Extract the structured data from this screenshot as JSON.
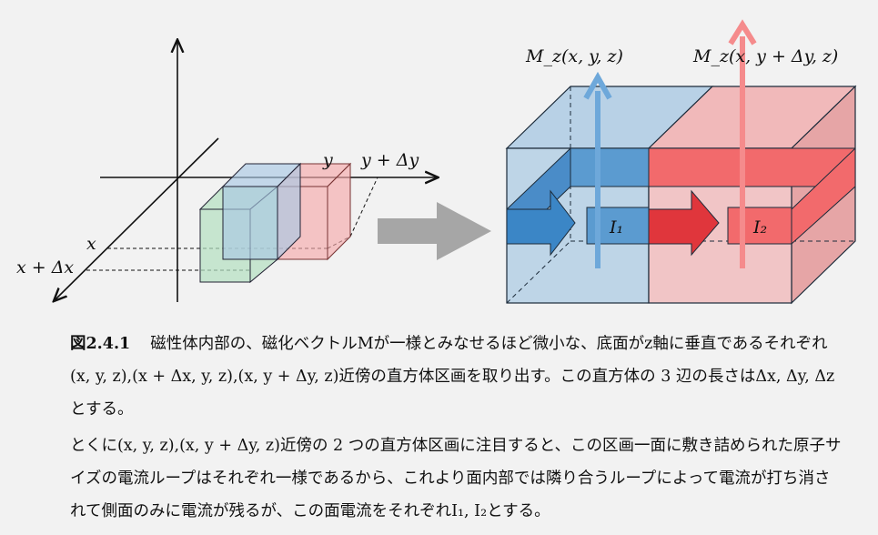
{
  "figure": {
    "left_labels": {
      "y": "y",
      "y_dy": "y + Δy",
      "x": "x",
      "x_dx": "x + Δx"
    },
    "right_labels": {
      "mz1": "M_z(x, y, z)",
      "mz2": "M_z(x, y + Δy, z)",
      "i1": "I₁",
      "i2": "I₂"
    },
    "colors": {
      "blue": "#a9c8e4",
      "red": "#f4a9aa",
      "green": "#b4e0c0",
      "arrow": "#a6a6a6"
    }
  },
  "caption": {
    "number": "図2.4.1",
    "paragraph1": "磁性体内部の、磁化ベクトルMが一様とみなせるほど微小な、底面がz軸に垂直であるそれぞれ(x, y, z),(x + Δx, y, z),(x, y + Δy, z)近傍の直方体区画を取り出す。この直方体の 3 辺の長さはΔx, Δy, Δzとする。",
    "paragraph2": "とくに(x, y, z),(x, y + Δy, z)近傍の 2 つの直方体区画に注目すると、この区画一面に敷き詰められた原子サイズの電流ループはそれぞれ一様であるから、これより面内部では隣り合うループによって電流が打ち消されて側面のみに電流が残るが、この面電流をそれぞれI₁, I₂とする。"
  }
}
